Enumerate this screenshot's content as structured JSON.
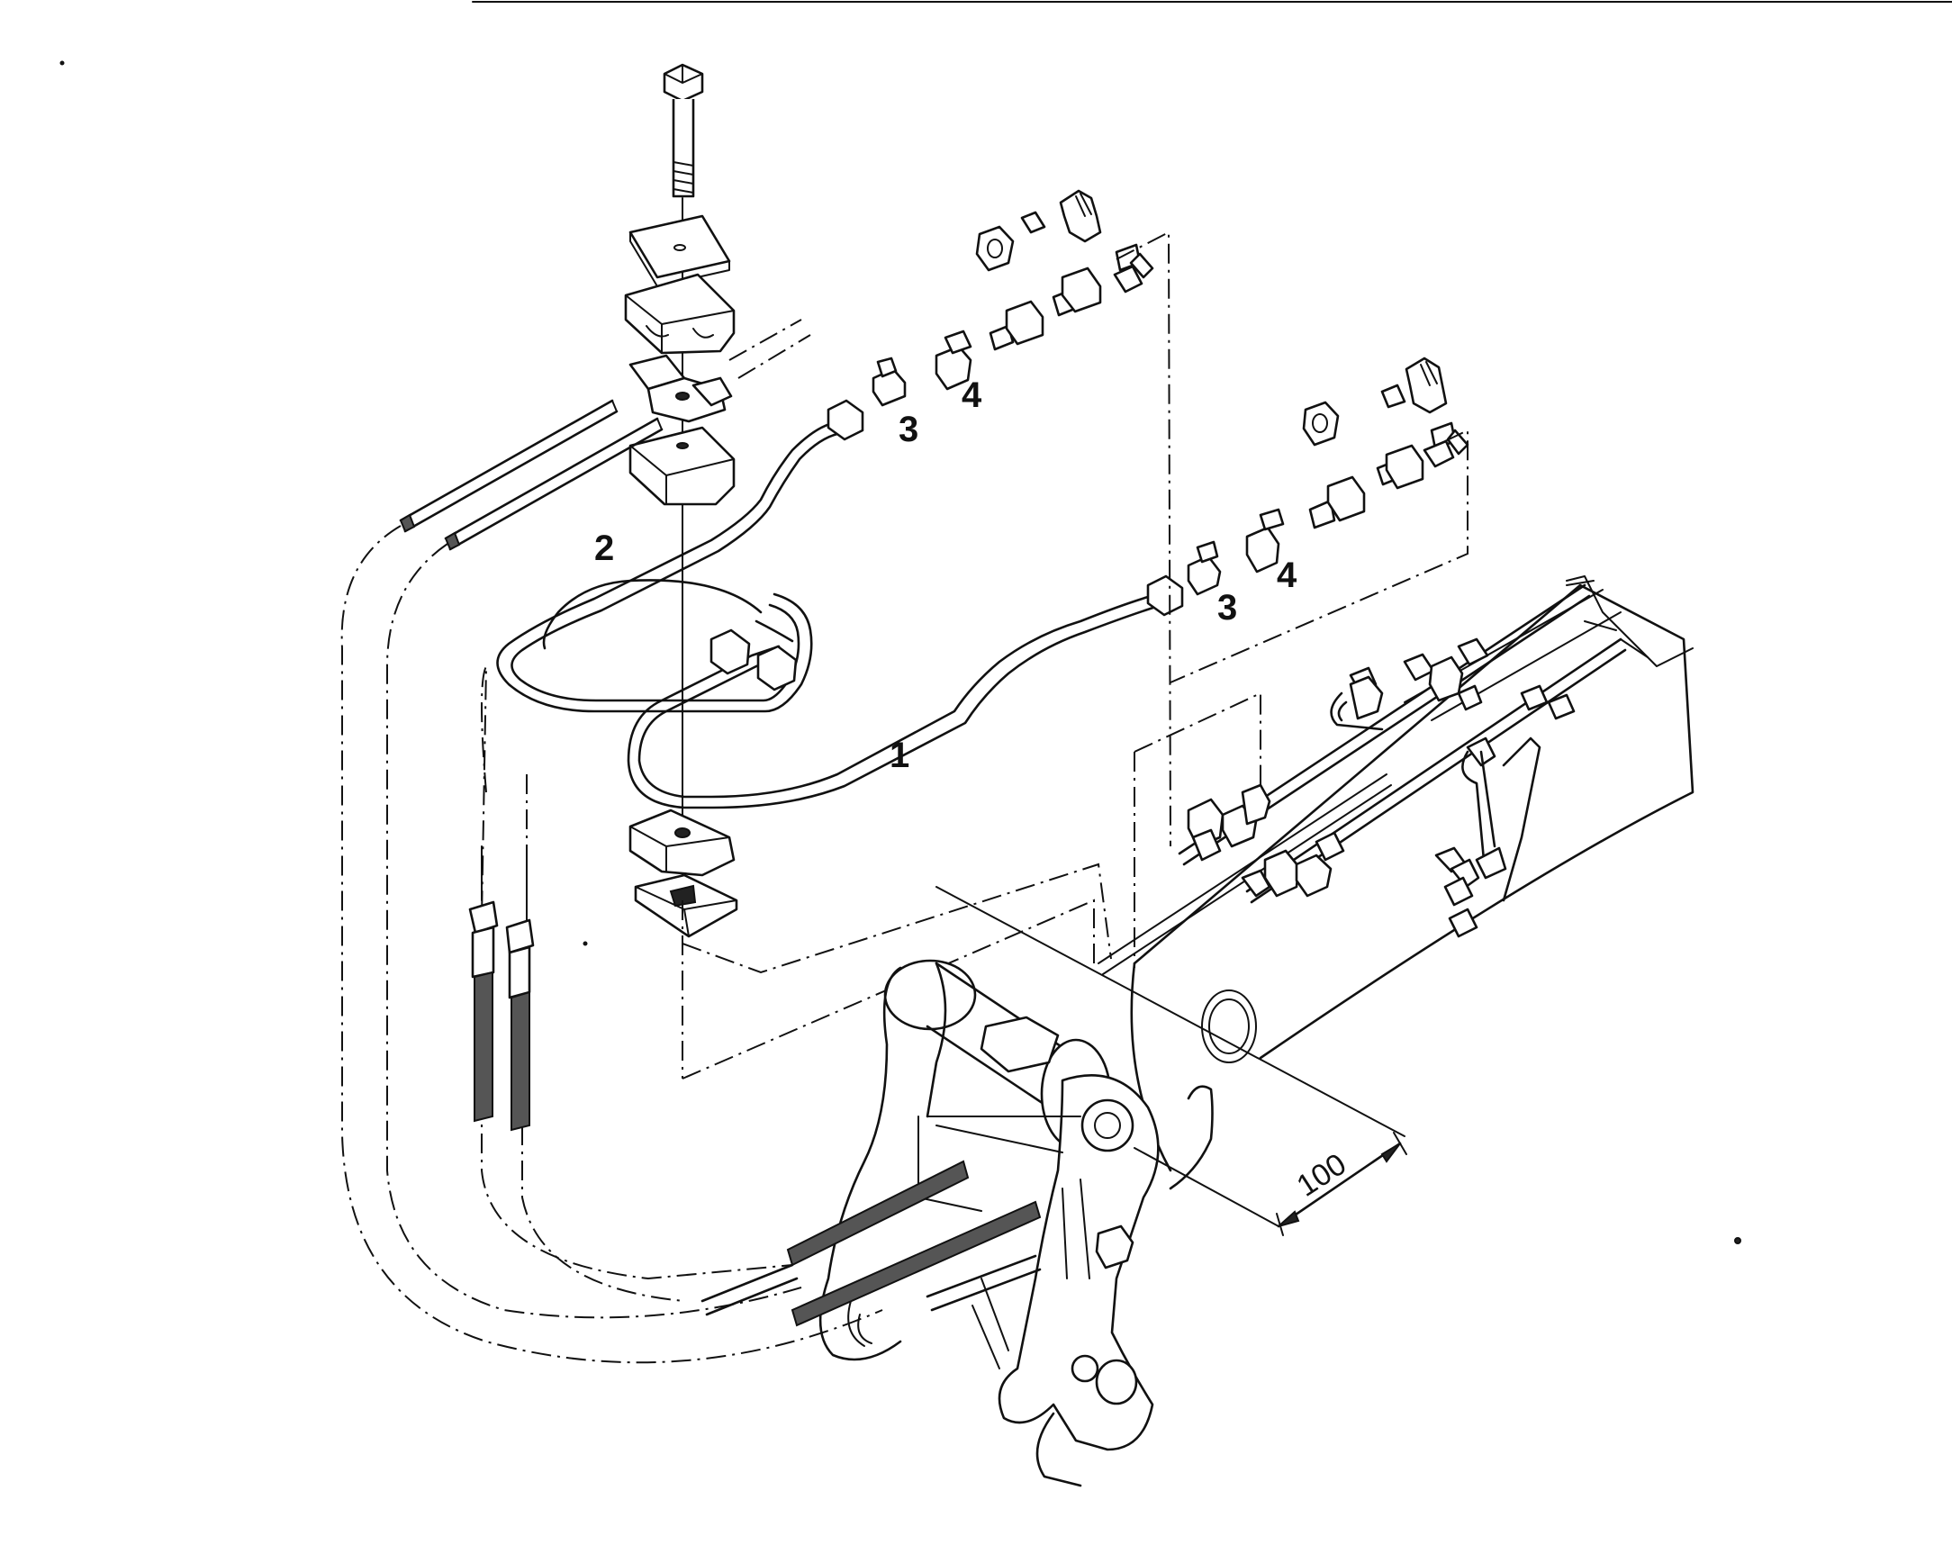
{
  "callouts": {
    "pipe_1": "1",
    "hose_2": "2",
    "upper_fitting_3": "3",
    "upper_fitting_4": "4",
    "lower_fitting_3": "3",
    "lower_fitting_4": "4"
  },
  "dimension": {
    "value": "100"
  }
}
